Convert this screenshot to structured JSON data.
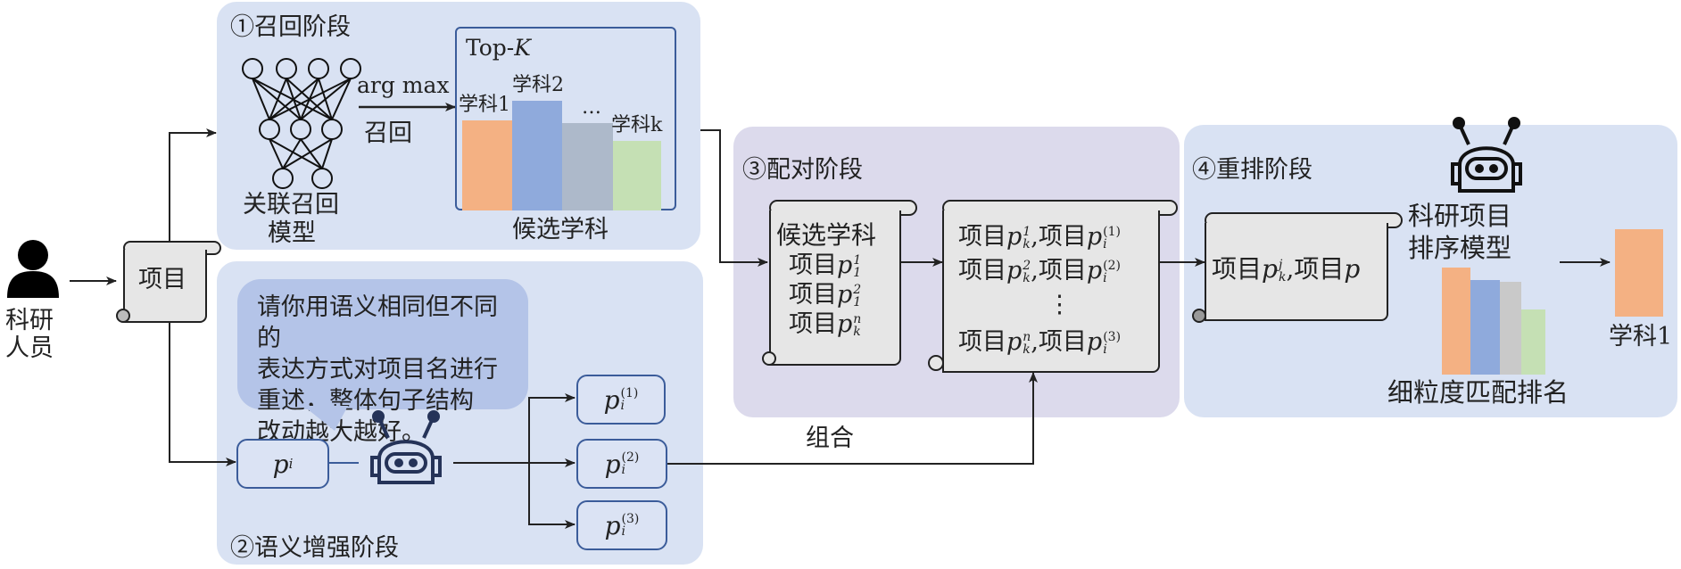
{
  "user": {
    "label_line1": "科研",
    "label_line2": "人员",
    "icon": "person-icon"
  },
  "project_scroll": {
    "label": "项目"
  },
  "stage1": {
    "title": "①召回阶段",
    "model_label_line1": "关联召回",
    "model_label_line2": "模型",
    "arrow_top": "arg max",
    "arrow_bottom": "召回",
    "topk": {
      "title_prefix": "Top-",
      "title_var": "K",
      "caption": "候选学科",
      "bars": [
        {
          "label": "学科1",
          "value": 0.72,
          "color": "#f4b183"
        },
        {
          "label": "学科2",
          "value": 0.88,
          "color": "#8faadc"
        },
        {
          "label": "…",
          "value": 0.7,
          "color": "#adb9ca"
        },
        {
          "label": "学科k",
          "value": 0.56,
          "color": "#c5e0b4"
        }
      ]
    }
  },
  "stage2": {
    "title": "②语义增强阶段",
    "prompt_lines": [
      "请你用语义相同但不同的",
      "表达方式对项目名进行",
      "重述，整体句子结构",
      "改动越大越好。"
    ],
    "input_var": "p",
    "input_sub": "i",
    "outputs": [
      {
        "var": "p",
        "sub": "i",
        "sup": "(1)"
      },
      {
        "var": "p",
        "sub": "i",
        "sup": "(2)"
      },
      {
        "var": "p",
        "sub": "i",
        "sup": "(3)"
      }
    ],
    "combine_label": "组合"
  },
  "stage3": {
    "title": "③配对阶段",
    "candidates_scroll": {
      "heading": "候选学科",
      "items": [
        {
          "prefix": "项目",
          "var": "p",
          "sup": "1",
          "sub": "1"
        },
        {
          "prefix": "项目",
          "var": "p",
          "sup": "2",
          "sub": "1"
        },
        {
          "prefix": "项目",
          "var": "p",
          "sup": "n",
          "sub": "k"
        }
      ]
    },
    "pairs_scroll": {
      "rows": [
        {
          "a_prefix": "项目",
          "a_sup": "1",
          "a_sub": "k",
          "b_prefix": "项目",
          "b_sup": "(1)",
          "b_sub": "i"
        },
        {
          "a_prefix": "项目",
          "a_sup": "2",
          "a_sub": "k",
          "b_prefix": "项目",
          "b_sup": "(2)",
          "b_sub": "i"
        },
        {
          "a_prefix": "项目",
          "a_sup": "n",
          "a_sub": "k",
          "b_prefix": "项目",
          "b_sup": "(3)",
          "b_sub": "i"
        }
      ],
      "ellipsis": "⋮"
    }
  },
  "stage4": {
    "title": "④重排阶段",
    "pair_scroll": {
      "a_prefix": "项目",
      "a_sup": "j",
      "a_sub": "k",
      "b_prefix": "项目",
      "b_var": "p"
    },
    "model_label_line1": "科研项目",
    "model_label_line2": "排序模型",
    "ranking_caption": "细粒度匹配排名",
    "ranking_bars": [
      {
        "value": 0.86,
        "color": "#f4b183"
      },
      {
        "value": 0.76,
        "color": "#8faadc"
      },
      {
        "value": 0.74,
        "color": "#c9c9c9"
      },
      {
        "value": 0.52,
        "color": "#c5e0b4"
      }
    ],
    "result": {
      "label": "学科1",
      "color": "#f4b183"
    }
  }
}
